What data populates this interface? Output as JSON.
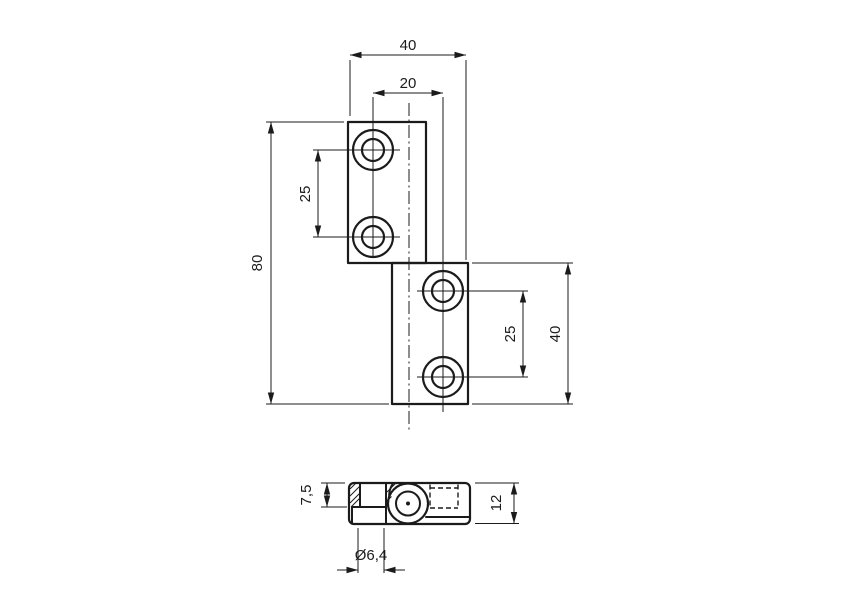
{
  "drawing": {
    "background_color": "#ffffff",
    "line_color": "#1b1b1b",
    "dims": {
      "total_width": "40",
      "hole_column_offset": "20",
      "total_height": "80",
      "hole_pitch_left": "25",
      "hole_pitch_right": "25",
      "leaf_height": "40",
      "counterbore_depth": "7,5",
      "thickness": "12",
      "hole_diameter": "Ø6,4"
    }
  }
}
